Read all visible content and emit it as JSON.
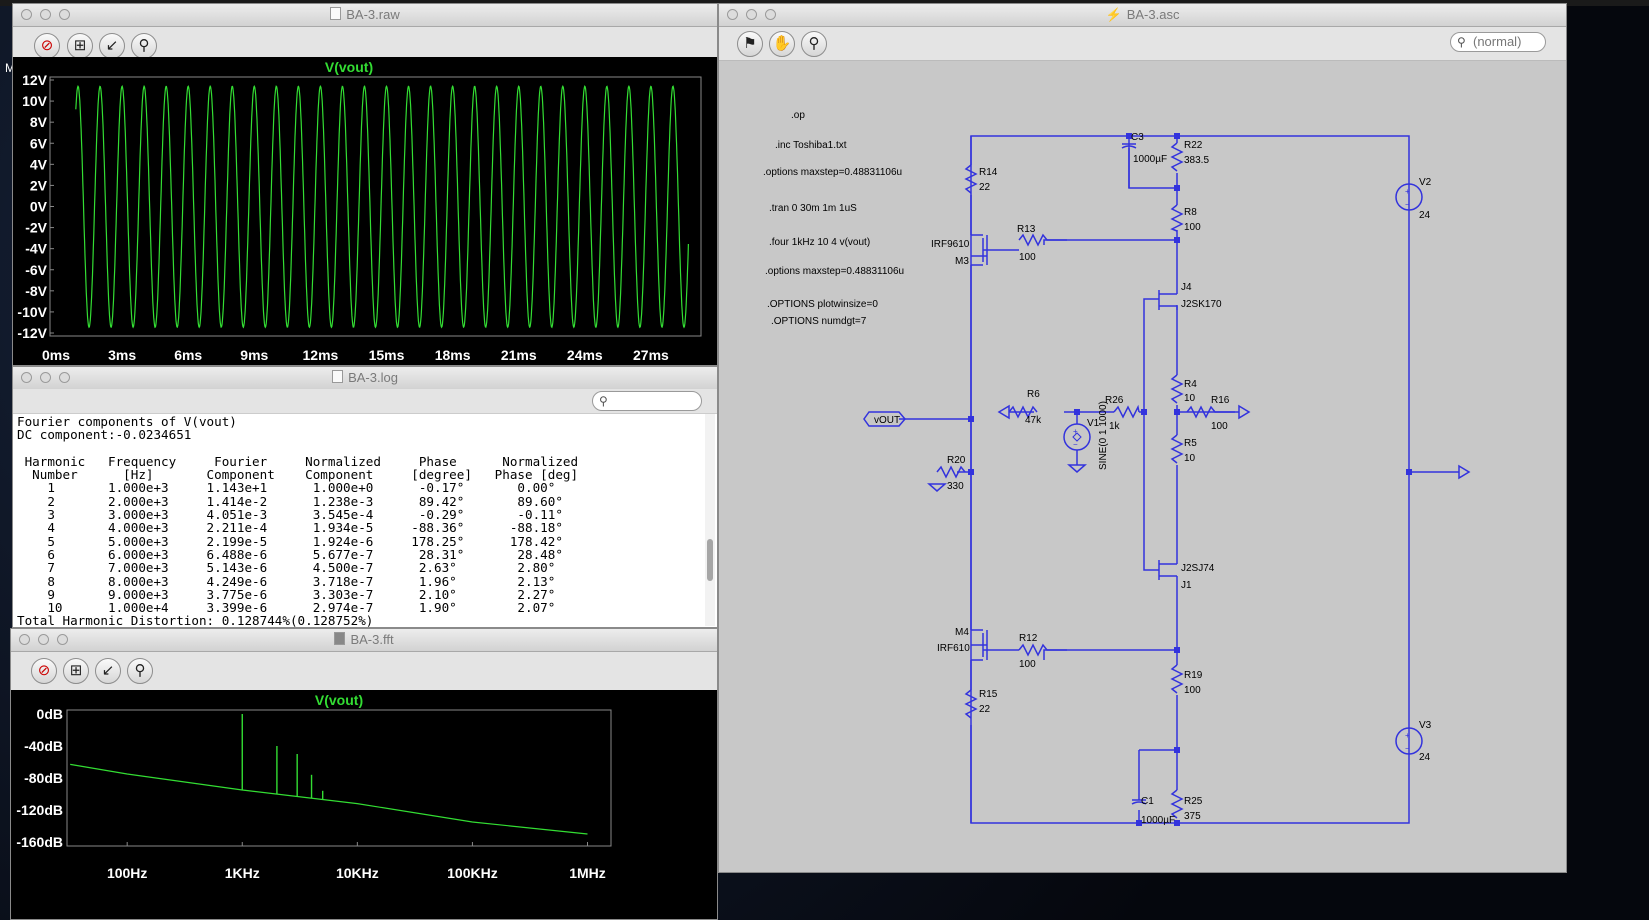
{
  "raw_window": {
    "title": "BA-3.raw",
    "plot_title": "V(vout)",
    "chart_data": {
      "type": "line",
      "title": "V(vout)",
      "xlabel": "",
      "ylabel": "",
      "x_ticks": [
        "0ms",
        "3ms",
        "6ms",
        "9ms",
        "12ms",
        "15ms",
        "18ms",
        "21ms",
        "24ms",
        "27ms"
      ],
      "y_ticks": [
        "12V",
        "10V",
        "8V",
        "6V",
        "4V",
        "2V",
        "0V",
        "-2V",
        "-4V",
        "-6V",
        "-8V",
        "-10V",
        "-12V"
      ],
      "xlim_ms": [
        0,
        29
      ],
      "ylim": [
        -12,
        12
      ],
      "series": [
        {
          "frequency_hz": 1000,
          "amplitude_v": 11.43,
          "offset_v": -0.0234651,
          "color": "#33dd33"
        }
      ]
    }
  },
  "log_window": {
    "title": "BA-3.log",
    "search_placeholder": "",
    "header_line": "Fourier components of V(vout)",
    "dc_line": "DC component:-0.0234651",
    "column_headers": [
      "Harmonic\n Number",
      "Frequency\n   [Hz]",
      "Fourier\nComponent",
      "Normalized\n Component",
      "Phase\n[degree]",
      "Normalized\nPhase [deg]"
    ],
    "rows": [
      [
        "1",
        "1.000e+3",
        "1.143e+1",
        "1.000e+0",
        "-0.17°",
        "0.00°"
      ],
      [
        "2",
        "2.000e+3",
        "1.414e-2",
        "1.238e-3",
        "89.42°",
        "89.60°"
      ],
      [
        "3",
        "3.000e+3",
        "4.051e-3",
        "3.545e-4",
        "-0.29°",
        "-0.11°"
      ],
      [
        "4",
        "4.000e+3",
        "2.211e-4",
        "1.934e-5",
        "-88.36°",
        "-88.18°"
      ],
      [
        "5",
        "5.000e+3",
        "2.199e-5",
        "1.924e-6",
        "178.25°",
        "178.42°"
      ],
      [
        "6",
        "6.000e+3",
        "6.488e-6",
        "5.677e-7",
        "28.31°",
        "28.48°"
      ],
      [
        "7",
        "7.000e+3",
        "5.143e-6",
        "4.500e-7",
        "2.63°",
        "2.80°"
      ],
      [
        "8",
        "8.000e+3",
        "4.249e-6",
        "3.718e-7",
        "1.96°",
        "2.13°"
      ],
      [
        "9",
        "9.000e+3",
        "3.775e-6",
        "3.303e-7",
        "2.10°",
        "2.27°"
      ],
      [
        "10",
        "1.000e+4",
        "3.399e-6",
        "2.974e-7",
        "1.90°",
        "2.07°"
      ]
    ],
    "thd_line": "Total Harmonic Distortion: 0.128744%(0.128752%)"
  },
  "fft_window": {
    "title": "BA-3.fft",
    "plot_title": "V(vout)",
    "chart_data": {
      "type": "line",
      "title": "V(vout)",
      "x_scale": "log",
      "x_ticks": [
        "100Hz",
        "1KHz",
        "10KHz",
        "100KHz",
        "1MHz"
      ],
      "y_ticks": [
        "0dB",
        "-40dB",
        "-80dB",
        "-120dB",
        "-160dB"
      ],
      "ylim": [
        -160,
        0
      ],
      "noise_floor": [
        [
          20,
          -63
        ],
        [
          100,
          -75
        ],
        [
          1000,
          -95
        ],
        [
          10000,
          -112
        ],
        [
          100000,
          -135
        ],
        [
          1000000,
          -150
        ]
      ],
      "peaks": [
        [
          1000,
          0
        ],
        [
          2000,
          -40
        ],
        [
          3000,
          -50
        ],
        [
          4000,
          -76
        ],
        [
          5000,
          -96
        ]
      ],
      "color": "#33dd33"
    }
  },
  "schematic_window": {
    "title": "BA-3.asc",
    "search_text": "(normal)",
    "directives": [
      ".op",
      ".inc Toshiba1.txt",
      ".options maxstep=0.48831106u",
      ".tran 0 30m 1m 1uS",
      ".four 1kHz 10 4 v(vout)",
      ".options maxstep=0.48831106u",
      ".OPTIONS plotwinsize=0",
      ".OPTIONS numdgt=7"
    ],
    "components": {
      "c3": [
        "C3",
        "1000µF"
      ],
      "r22": [
        "R22",
        "383.5"
      ],
      "r14": [
        "R14",
        "22"
      ],
      "r8": [
        "R8",
        "100"
      ],
      "r13": [
        "R13",
        "100"
      ],
      "m3": [
        "IRF9610",
        "M3"
      ],
      "j4": [
        "J4",
        "J2SK170"
      ],
      "r4": [
        "R4",
        "10"
      ],
      "r16": [
        "R16",
        "100"
      ],
      "r6": [
        "R6",
        "47k"
      ],
      "r26": [
        "R26",
        "1k"
      ],
      "v1": [
        "V1",
        "SINE(0 1 1000)"
      ],
      "r5": [
        "R5",
        "10"
      ],
      "r20": [
        "R20",
        "330"
      ],
      "j1": [
        "J2SJ74",
        "J1"
      ],
      "m4": [
        "M4",
        "IRF610"
      ],
      "r12": [
        "R12",
        "100"
      ],
      "r19": [
        "R19",
        "100"
      ],
      "r15": [
        "R15",
        "22"
      ],
      "c1": [
        "C1",
        "1000µF"
      ],
      "r25": [
        "R25",
        "375"
      ],
      "v2": [
        "V2",
        "24"
      ],
      "v3": [
        "V3",
        "24"
      ]
    },
    "net_label": "vOUT"
  },
  "desktop_label": "M"
}
